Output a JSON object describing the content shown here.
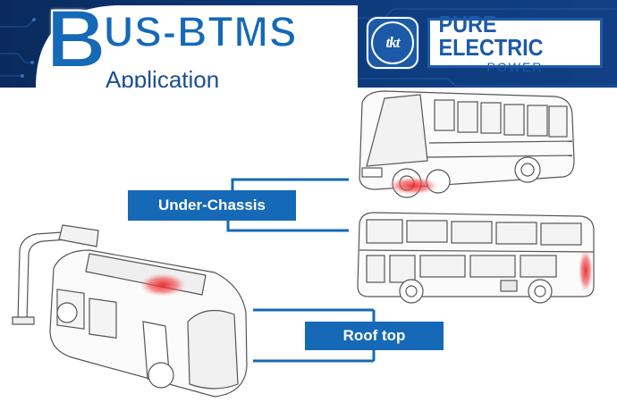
{
  "header": {
    "title_initial": "B",
    "title_rest": "US-BTMS",
    "subtitle": "Application"
  },
  "logo": {
    "mark": "tkt",
    "line1": "PURE ELECTRIC",
    "line2": "POWER"
  },
  "labels": {
    "under_chassis": "Under-Chassis",
    "roof_top": "Roof top"
  },
  "colors": {
    "brand_blue": "#1569b6",
    "header_dark": "#0b2d63",
    "heat_red": "#e8262a"
  },
  "icons": [
    "coach-bus-drawing",
    "double-decker-bus-drawing",
    "charging-bus-drawing",
    "heat-zone-marker"
  ]
}
